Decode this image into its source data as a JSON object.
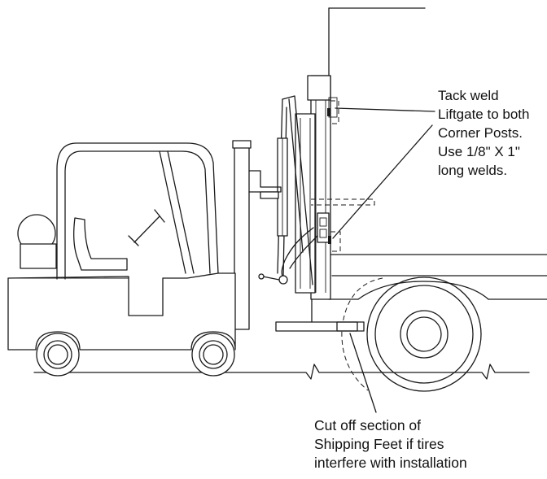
{
  "annotations": {
    "weld_note": [
      "Tack weld",
      "Liftgate to both",
      "Corner Posts.",
      "Use 1/8\" X 1\"",
      "long welds."
    ],
    "feet_note": [
      "Cut off section of",
      "Shipping Feet if tires",
      "interfere with installation"
    ]
  },
  "icons": [
    "forklift-drawing",
    "truck-body-drawing",
    "liftgate-drawing",
    "hatched-shipping-foot"
  ]
}
